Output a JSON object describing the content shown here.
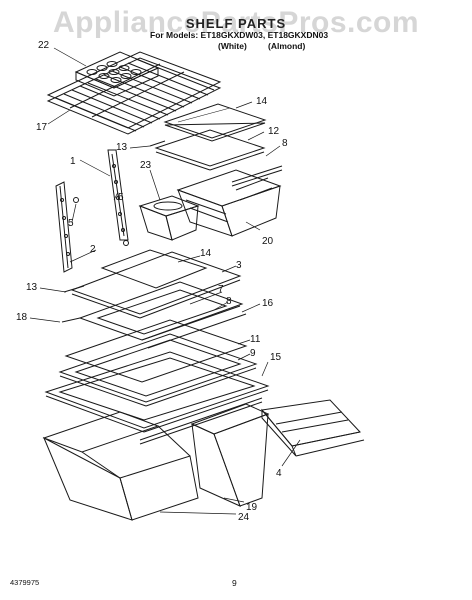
{
  "watermark": "AppliancePartsPros.com",
  "header": {
    "title": "SHELF PARTS",
    "models_line": "For Models: ET18GKXDW03, ET18GKXDN03",
    "variant_white": "(White)",
    "variant_almond": "(Almond)"
  },
  "callouts": [
    "22",
    "17",
    "14",
    "12",
    "13",
    "8",
    "23",
    "1",
    "5",
    "5",
    "20",
    "2",
    "14",
    "3",
    "13",
    "7",
    "8",
    "16",
    "18",
    "11",
    "9",
    "15",
    "4",
    "19",
    "24"
  ],
  "footer": {
    "doc_number": "4379975",
    "page_number": "9"
  }
}
